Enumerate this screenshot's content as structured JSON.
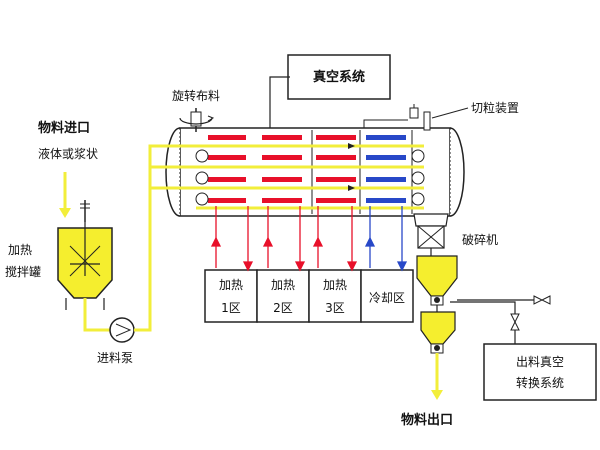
{
  "labels": {
    "vacuum_system": "真空系统",
    "rotating_distributor": "旋转布料",
    "cutting_device": "切粒装置",
    "material_inlet": "物料进口",
    "liquid_or_slurry": "液体或浆状",
    "heating_stirred_tank_line1": "加热",
    "heating_stirred_tank_line2": "搅拌罐",
    "feed_pump": "进料泵",
    "heat_zone1_line1": "加热",
    "heat_zone1_line2": "1区",
    "heat_zone2_line1": "加热",
    "heat_zone2_line2": "2区",
    "heat_zone3_line1": "加热",
    "heat_zone3_line2": "3区",
    "cooling_zone": "冷却区",
    "crusher": "破碎机",
    "discharge_vacuum_line1": "出料真空",
    "discharge_vacuum_line2": "转换系统",
    "material_outlet": "物料出口"
  },
  "colors": {
    "heating": "#e8102a",
    "cooling": "#2848c8",
    "material_line": "#f2ee3a",
    "vessel": "#f5ee2e",
    "outline": "#222222"
  }
}
